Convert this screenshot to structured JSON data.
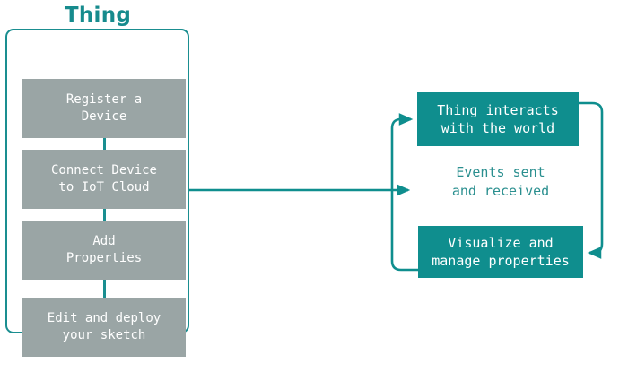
{
  "diagram": {
    "title": "Thing",
    "left_panel": {
      "steps": [
        {
          "label": "Register a\nDevice"
        },
        {
          "label": "Connect Device\nto IoT Cloud"
        },
        {
          "label": "Add\nProperties"
        },
        {
          "label": "Edit and deploy\nyour sketch"
        }
      ]
    },
    "right_cycle": {
      "top_box": "Thing interacts\nwith the world",
      "caption": "Events sent\nand received",
      "bottom_box": "Visualize and\nmanage properties"
    },
    "colors": {
      "teal": "#0f8e8e",
      "teal_border": "#1a8e90",
      "gray_box": "#9aa5a5",
      "title_teal": "#168b8d",
      "caption_teal": "#2a8f8f",
      "background": "#ffffff",
      "text_white": "#ffffff"
    }
  }
}
